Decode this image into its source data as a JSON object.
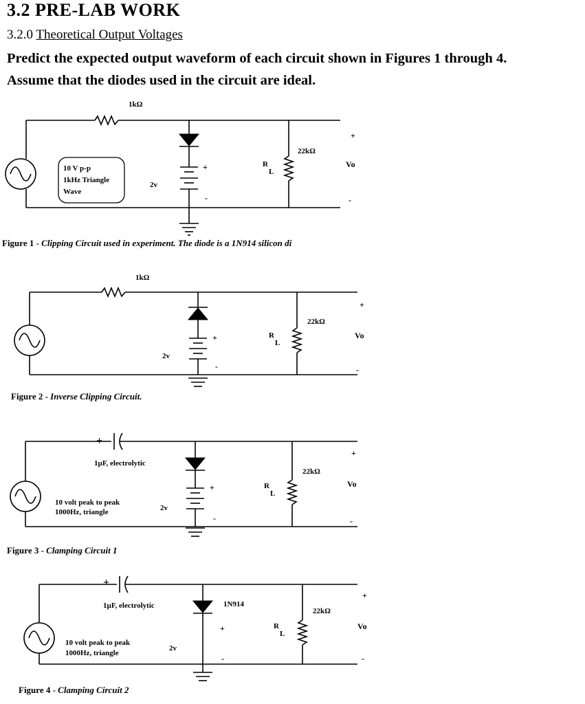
{
  "header": {
    "title": "3.2 PRE-LAB WORK",
    "subsection_number": "3.2.0 ",
    "subsection_title": "Theoretical Output Voltages",
    "para_line1": "Predict the expected output waveform of each circuit shown in Figures 1 through 4.",
    "para_line2": "Assume that the diodes used in the circuit are ideal."
  },
  "figure1": {
    "resistor": "1kΩ",
    "rl_value": "22kΩ",
    "rl_label": "R",
    "rl_sub": "L",
    "battery": "2v",
    "vo": "Vo",
    "plus": "+",
    "minus": "-",
    "source_line1": "10 V p-p",
    "source_line2": "1kHz Triangle",
    "source_line3": "Wave",
    "caption_label": "Figure 1 - ",
    "caption_text": "Clipping Circuit used in experiment. The diode is a 1N914 silicon di"
  },
  "figure2": {
    "resistor": "1kΩ",
    "rl_value": "22kΩ",
    "rl_label": "R",
    "rl_sub": "L",
    "battery": "2v",
    "vo": "Vo",
    "plus": "+",
    "minus": "-",
    "caption_label": "Figure 2 - ",
    "caption_text": "Inverse Clipping Circuit."
  },
  "figure3": {
    "capacitor": "1µF, electrolytic",
    "rl_value": "22kΩ",
    "rl_label": "R",
    "rl_sub": "L",
    "battery": "2v",
    "vo": "Vo",
    "plus": "+",
    "minus": "-",
    "source_line1": "10 volt peak to peak",
    "source_line2": "1000Hz, triangle",
    "caption_label": "Figure 3 - ",
    "caption_text": "Clamping Circuit 1"
  },
  "figure4": {
    "capacitor": "1µF, electrolytic",
    "diode": "1N914",
    "rl_value": "22kΩ",
    "rl_label": "R",
    "rl_sub": "L",
    "battery": "2v",
    "vo": "Vo",
    "plus": "+",
    "minus": "-",
    "source_line1": "10 volt peak to peak",
    "source_line2": "1000Hz, triangle",
    "caption_label": "Figure 4 - ",
    "caption_text": "Clamping Circuit 2"
  }
}
